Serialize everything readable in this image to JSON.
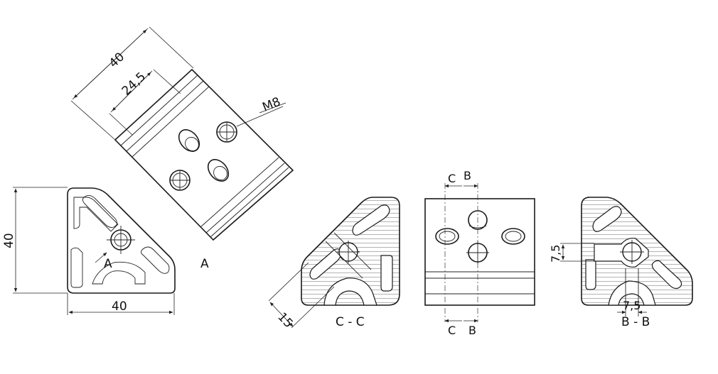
{
  "labels": {
    "dim_40_iso": "40",
    "dim_245_iso": "24,5",
    "thread": "M8",
    "view_a": "A",
    "section_a_marker": "A",
    "dim_40_left": "40",
    "dim_40_bottom": "40",
    "dim_15": "15",
    "section_cc": "C - C",
    "cut_c_top": "C",
    "cut_b_top": "B",
    "cut_c_bottom": "C",
    "cut_b_bottom": "B",
    "dim_75_vertical": "7,5",
    "dim_75_horizontal": "7,5",
    "section_bb": "B - B"
  }
}
